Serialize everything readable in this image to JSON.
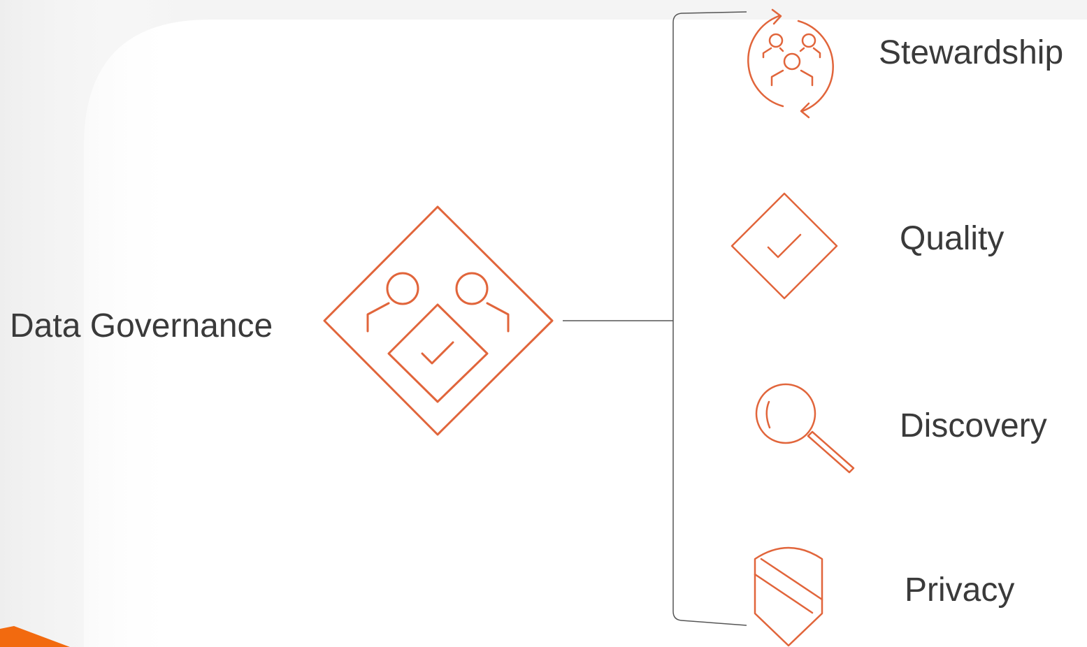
{
  "colors": {
    "accent": "#e1653b",
    "connector": "#555555",
    "text": "#3a3a3a",
    "background": "#f4f4f4",
    "panel": "#ffffff",
    "corner_shape": "#f26a0f"
  },
  "root": {
    "label": "Data Governance",
    "icon": "governance-icon"
  },
  "items": [
    {
      "label": "Stewardship",
      "icon": "stewardship-icon"
    },
    {
      "label": "Quality",
      "icon": "quality-icon"
    },
    {
      "label": "Discovery",
      "icon": "discovery-icon"
    },
    {
      "label": "Privacy",
      "icon": "privacy-icon"
    }
  ]
}
